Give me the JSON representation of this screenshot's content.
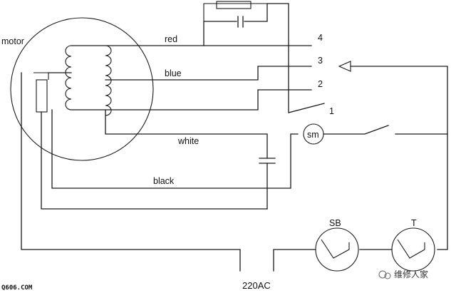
{
  "labels": {
    "motor": "motor",
    "red": "red",
    "blue": "blue",
    "white": "white",
    "black": "black",
    "sm": "sm",
    "sb": "SB",
    "t": "T",
    "supply": "220AC",
    "terminal_4": "4",
    "terminal_3": "3",
    "terminal_2": "2",
    "terminal_1": "1"
  },
  "watermarks": {
    "site": "Q606.COM",
    "brand": "维修人家"
  },
  "colors": {
    "line": "#1a1a1a",
    "background": "#ffffff"
  }
}
